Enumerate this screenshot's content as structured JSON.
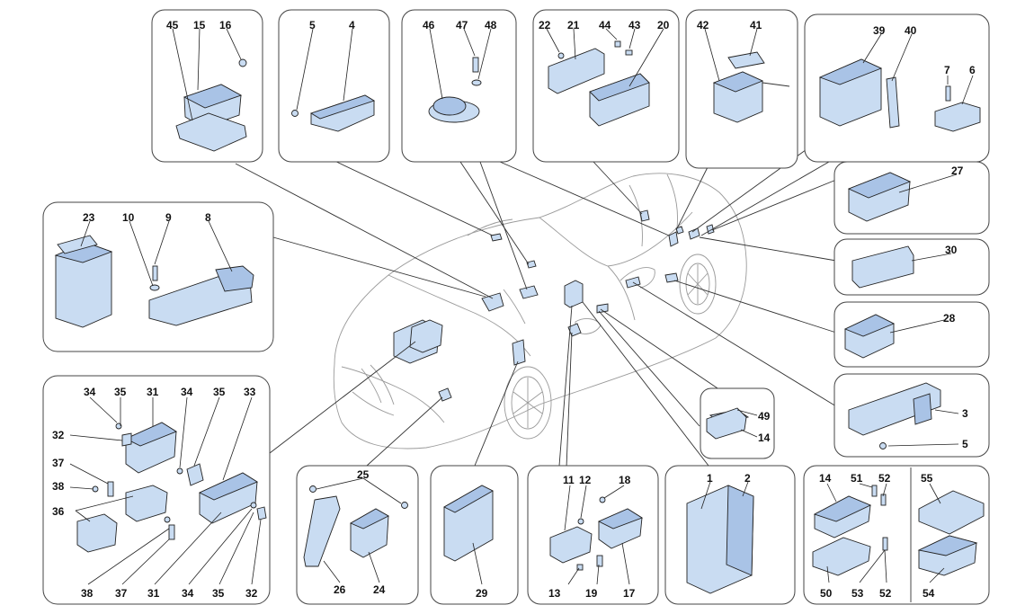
{
  "diagram": {
    "type": "exploded parts diagram",
    "subject": "car electronic control units",
    "part_color": "#c9dcf2",
    "line_color": "#222222",
    "callouts": [
      {
        "id": "c45a",
        "text": "45"
      },
      {
        "id": "c15",
        "text": "15"
      },
      {
        "id": "c16",
        "text": "16"
      },
      {
        "id": "c5a",
        "text": "5"
      },
      {
        "id": "c4",
        "text": "4"
      },
      {
        "id": "c46",
        "text": "46"
      },
      {
        "id": "c47",
        "text": "47"
      },
      {
        "id": "c48",
        "text": "48"
      },
      {
        "id": "c22",
        "text": "22"
      },
      {
        "id": "c21",
        "text": "21"
      },
      {
        "id": "c44",
        "text": "44"
      },
      {
        "id": "c43",
        "text": "43"
      },
      {
        "id": "c20",
        "text": "20"
      },
      {
        "id": "c42",
        "text": "42"
      },
      {
        "id": "c41",
        "text": "41"
      },
      {
        "id": "c39",
        "text": "39"
      },
      {
        "id": "c40",
        "text": "40"
      },
      {
        "id": "c7",
        "text": "7"
      },
      {
        "id": "c6",
        "text": "6"
      },
      {
        "id": "c27",
        "text": "27"
      },
      {
        "id": "c30",
        "text": "30"
      },
      {
        "id": "c28",
        "text": "28"
      },
      {
        "id": "c3",
        "text": "3"
      },
      {
        "id": "c5b",
        "text": "5"
      },
      {
        "id": "c23",
        "text": "23"
      },
      {
        "id": "c10",
        "text": "10"
      },
      {
        "id": "c9",
        "text": "9"
      },
      {
        "id": "c8",
        "text": "8"
      },
      {
        "id": "c34a",
        "text": "34"
      },
      {
        "id": "c35a",
        "text": "35"
      },
      {
        "id": "c31a",
        "text": "31"
      },
      {
        "id": "c34b",
        "text": "34"
      },
      {
        "id": "c35b",
        "text": "35"
      },
      {
        "id": "c33",
        "text": "33"
      },
      {
        "id": "c32a",
        "text": "32"
      },
      {
        "id": "c37a",
        "text": "37"
      },
      {
        "id": "c38a",
        "text": "38"
      },
      {
        "id": "c36",
        "text": "36"
      },
      {
        "id": "c38b",
        "text": "38"
      },
      {
        "id": "c37b",
        "text": "37"
      },
      {
        "id": "c31b",
        "text": "31"
      },
      {
        "id": "c34c",
        "text": "34"
      },
      {
        "id": "c35c",
        "text": "35"
      },
      {
        "id": "c32b",
        "text": "32"
      },
      {
        "id": "c25",
        "text": "25"
      },
      {
        "id": "c26",
        "text": "26"
      },
      {
        "id": "c24",
        "text": "24"
      },
      {
        "id": "c29",
        "text": "29"
      },
      {
        "id": "c11",
        "text": "11"
      },
      {
        "id": "c12",
        "text": "12"
      },
      {
        "id": "c18",
        "text": "18"
      },
      {
        "id": "c13",
        "text": "13"
      },
      {
        "id": "c19",
        "text": "19"
      },
      {
        "id": "c17",
        "text": "17"
      },
      {
        "id": "c1",
        "text": "1"
      },
      {
        "id": "c2",
        "text": "2"
      },
      {
        "id": "c49",
        "text": "49"
      },
      {
        "id": "c14a",
        "text": "14"
      },
      {
        "id": "c14b",
        "text": "14"
      },
      {
        "id": "c51",
        "text": "51"
      },
      {
        "id": "c52a",
        "text": "52"
      },
      {
        "id": "c55",
        "text": "55"
      },
      {
        "id": "c50",
        "text": "50"
      },
      {
        "id": "c53",
        "text": "53"
      },
      {
        "id": "c52b",
        "text": "52"
      },
      {
        "id": "c54",
        "text": "54"
      }
    ]
  }
}
